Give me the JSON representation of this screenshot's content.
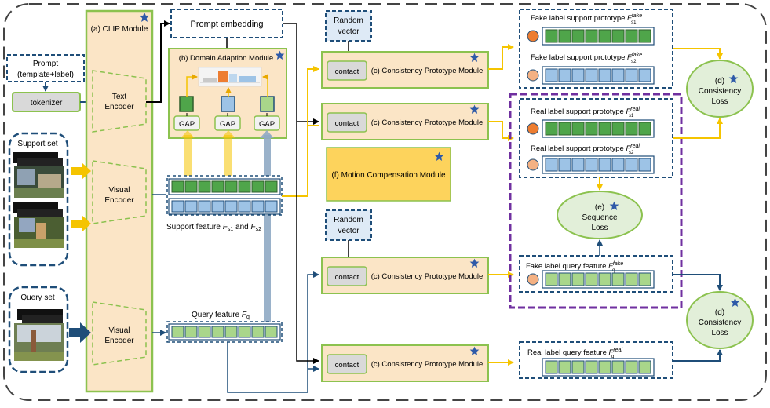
{
  "prompt": {
    "line1": "Prompt",
    "line2": "(template+label)"
  },
  "tokenizer": "tokenizer",
  "clip_module": "(a) CLIP Module",
  "text_encoder": {
    "line1": "Text",
    "line2": "Encoder"
  },
  "visual_encoder": {
    "line1": "Visual",
    "line2": "Encoder"
  },
  "prompt_embedding": "Prompt embedding",
  "domain_adaption": "(b) Domain Adaption  Module",
  "gap": "GAP",
  "random_vector": {
    "line1": "Random",
    "line2": "vector"
  },
  "contact": "contact",
  "consistency_prototype": "(c) Consistency Prototype Module",
  "motion_compensation": "(f) Motion Compensation Module",
  "support_set": "Support set",
  "query_set": "Query set",
  "support_feature": {
    "text": "Support feature ",
    "f1": "F",
    "s1": "s1",
    "mid": " and ",
    "f2": "F",
    "s2": "s2"
  },
  "query_feature": {
    "text": "Query feature ",
    "f": "F",
    "sub": "q"
  },
  "fake_support_1": {
    "text": "Fake label support prototype ",
    "f": "F",
    "sup": "fake",
    "sub": "s1"
  },
  "fake_support_2": {
    "text": "Fake label support prototype ",
    "f": "F",
    "sup": "fake",
    "sub": "s2"
  },
  "real_support_1": {
    "text": "Real label support prototype ",
    "f": "F",
    "sup": "real",
    "sub": "s1"
  },
  "real_support_2": {
    "text": "Real label support prototype ",
    "f": "F",
    "sup": "real",
    "sub": "s2"
  },
  "fake_query": {
    "text": "Fake label query feature ",
    "f": "F",
    "sup": "fake",
    "sub": "q"
  },
  "real_query": {
    "text": "Real label query feature ",
    "f": "F",
    "sup": "real",
    "sub": "q"
  },
  "consistency_loss": {
    "line1": "(d)",
    "line2": "Consistency",
    "line3": "Loss"
  },
  "sequence_loss": {
    "line1": "(e)",
    "line2": "Sequence",
    "line3": "Loss"
  },
  "colors": {
    "dark_green": "#4fa54a",
    "light_green": "#a9d68a",
    "light_blue": "#9dc3e6",
    "navy": "#1f4e79",
    "yellow": "#f5c400",
    "orange": "#ed7d31",
    "peach": "#f4b183",
    "purple": "#7030a0",
    "module_fill": "#fbe5c6",
    "module_border": "#8cc24f"
  }
}
